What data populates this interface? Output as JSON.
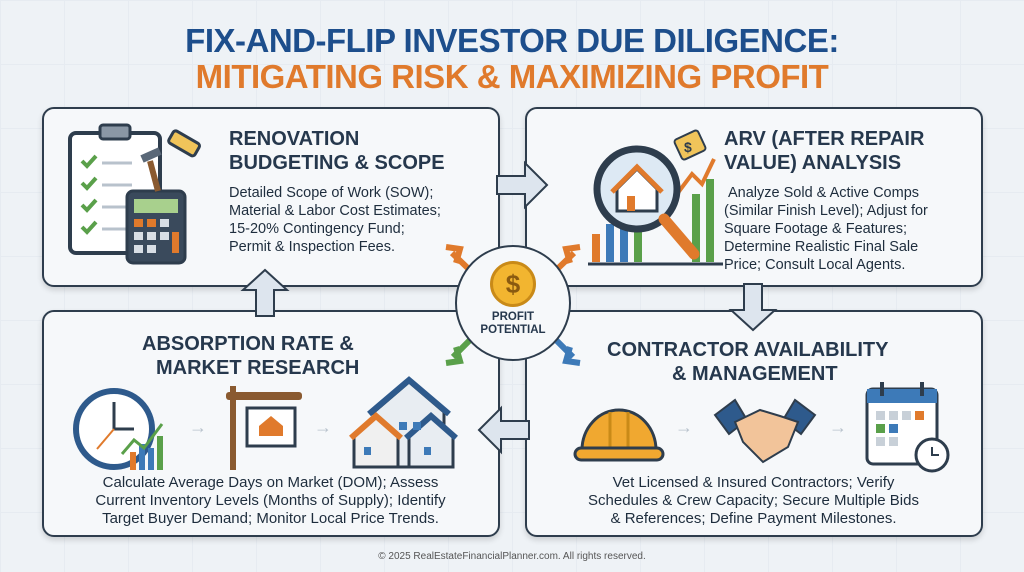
{
  "title": {
    "line1": "FIX-AND-FLIP INVESTOR DUE DILIGENCE:",
    "line2": "MITIGATING RISK & MAXIMIZING PROFIT"
  },
  "panels": {
    "renovation": {
      "heading1": "RENOVATION",
      "heading2": "BUDGETING & SCOPE",
      "lines": [
        "Detailed Scope of Work (SOW);",
        "Material & Labor Cost Estimates;",
        "15-20% Contingency Fund;",
        "Permit & Inspection Fees."
      ]
    },
    "arv": {
      "heading1": "ARV (AFTER REPAIR",
      "heading2": "VALUE) ANALYSIS",
      "lines": [
        "Analyze Sold & Active Comps",
        "(Similar Finish Level); Adjust for",
        "Square Footage & Features;",
        "Determine Realistic Final Sale",
        "Price; Consult Local Agents."
      ]
    },
    "absorption": {
      "heading1": "ABSORPTION RATE &",
      "heading2": "MARKET RESEARCH",
      "lines": [
        "Calculate Average Days on Market (DOM); Assess",
        "Current Inventory Levels (Months of Supply); Identify",
        "Target Buyer Demand; Monitor Local Price Trends."
      ]
    },
    "contractor": {
      "heading1": "CONTRACTOR AVAILABILITY",
      "heading2": "& MANAGEMENT",
      "lines": [
        "Vet Licensed & Insured Contractors; Verify",
        "Schedules & Crew Capacity; Secure Multiple Bids",
        "& References; Define Payment Milestones."
      ]
    }
  },
  "center": {
    "symbol": "$",
    "line1": "PROFIT",
    "line2": "POTENTIAL"
  },
  "footer": "© 2025 RealEstateFinancialPlanner.com. All rights reserved.",
  "colors": {
    "blue": "#1d4e8c",
    "orange": "#e07a2c",
    "green": "#5aa04a",
    "dark": "#2e3d4d"
  }
}
